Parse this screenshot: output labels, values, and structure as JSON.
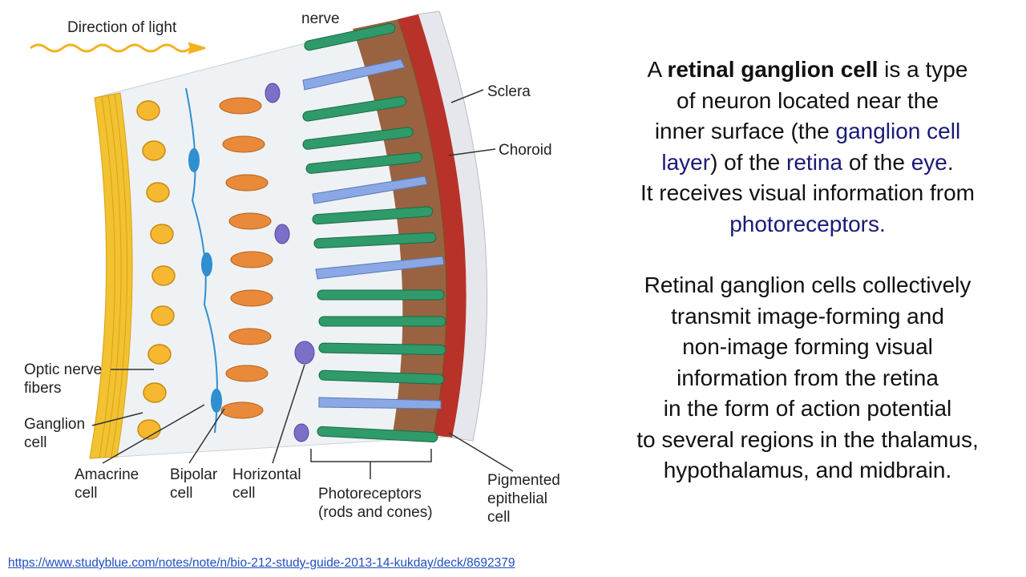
{
  "diagram": {
    "labels": {
      "direction_of_light": "Direction of light",
      "nerve": "nerve",
      "sclera": "Sclera",
      "choroid": "Choroid",
      "optic_nerve_fibers_1": "Optic nerve",
      "optic_nerve_fibers_2": "fibers",
      "ganglion_cell_1": "Ganglion",
      "ganglion_cell_2": "cell",
      "amacrine_cell_1": "Amacrine",
      "amacrine_cell_2": "cell",
      "bipolar_cell_1": "Bipolar",
      "bipolar_cell_2": "cell",
      "horizontal_cell_1": "Horizontal",
      "horizontal_cell_2": "cell",
      "photoreceptors_1": "Photoreceptors",
      "photoreceptors_2": "(rods and cones)",
      "pigmented_1": "Pigmented",
      "pigmented_2": "epithelial",
      "pigmented_3": "cell"
    },
    "colors": {
      "nerve_fiber": "#f2c230",
      "ganglion": "#f5b830",
      "bipolar": "#e88a3a",
      "amacrine": "#2f8fd0",
      "horizontal": "#7b6fc8",
      "rod": "#2f9a6a",
      "cone": "#8aa8e6",
      "pigment": "#8a4a22",
      "choroid": "#b8322a",
      "sclera": "#e8e8ec"
    }
  },
  "text": {
    "p1_l1_a": "A ",
    "p1_l1_b": "retinal ganglion cell",
    "p1_l1_c": " is a type",
    "p1_l2_a": "of ",
    "p1_l2_b": "neuron",
    "p1_l2_c": " located near the",
    "p1_l3_a": "inner surface (the ",
    "p1_l3_b": "ganglion cell",
    "p1_l4_a": "layer",
    "p1_l4_b": ") of the ",
    "p1_l4_c": "retina",
    "p1_l4_d": " of the ",
    "p1_l4_e": "eye",
    "p1_l4_f": ".",
    "p1_l5": "It receives visual information from",
    "p1_l6": "photoreceptors.",
    "p2_l1": "Retinal ganglion cells collectively",
    "p2_l2": "transmit image-forming and",
    "p2_l3": "non-image forming visual",
    "p2_l4": "information from the retina",
    "p2_l5": "in the form of action potential",
    "p2_l6": "to several regions in the thalamus,",
    "p2_l7": "hypothalamus, and midbrain."
  },
  "source_link": "https://www.studyblue.com/notes/note/n/bio-212-study-guide-2013-14-kukday/deck/8692379"
}
